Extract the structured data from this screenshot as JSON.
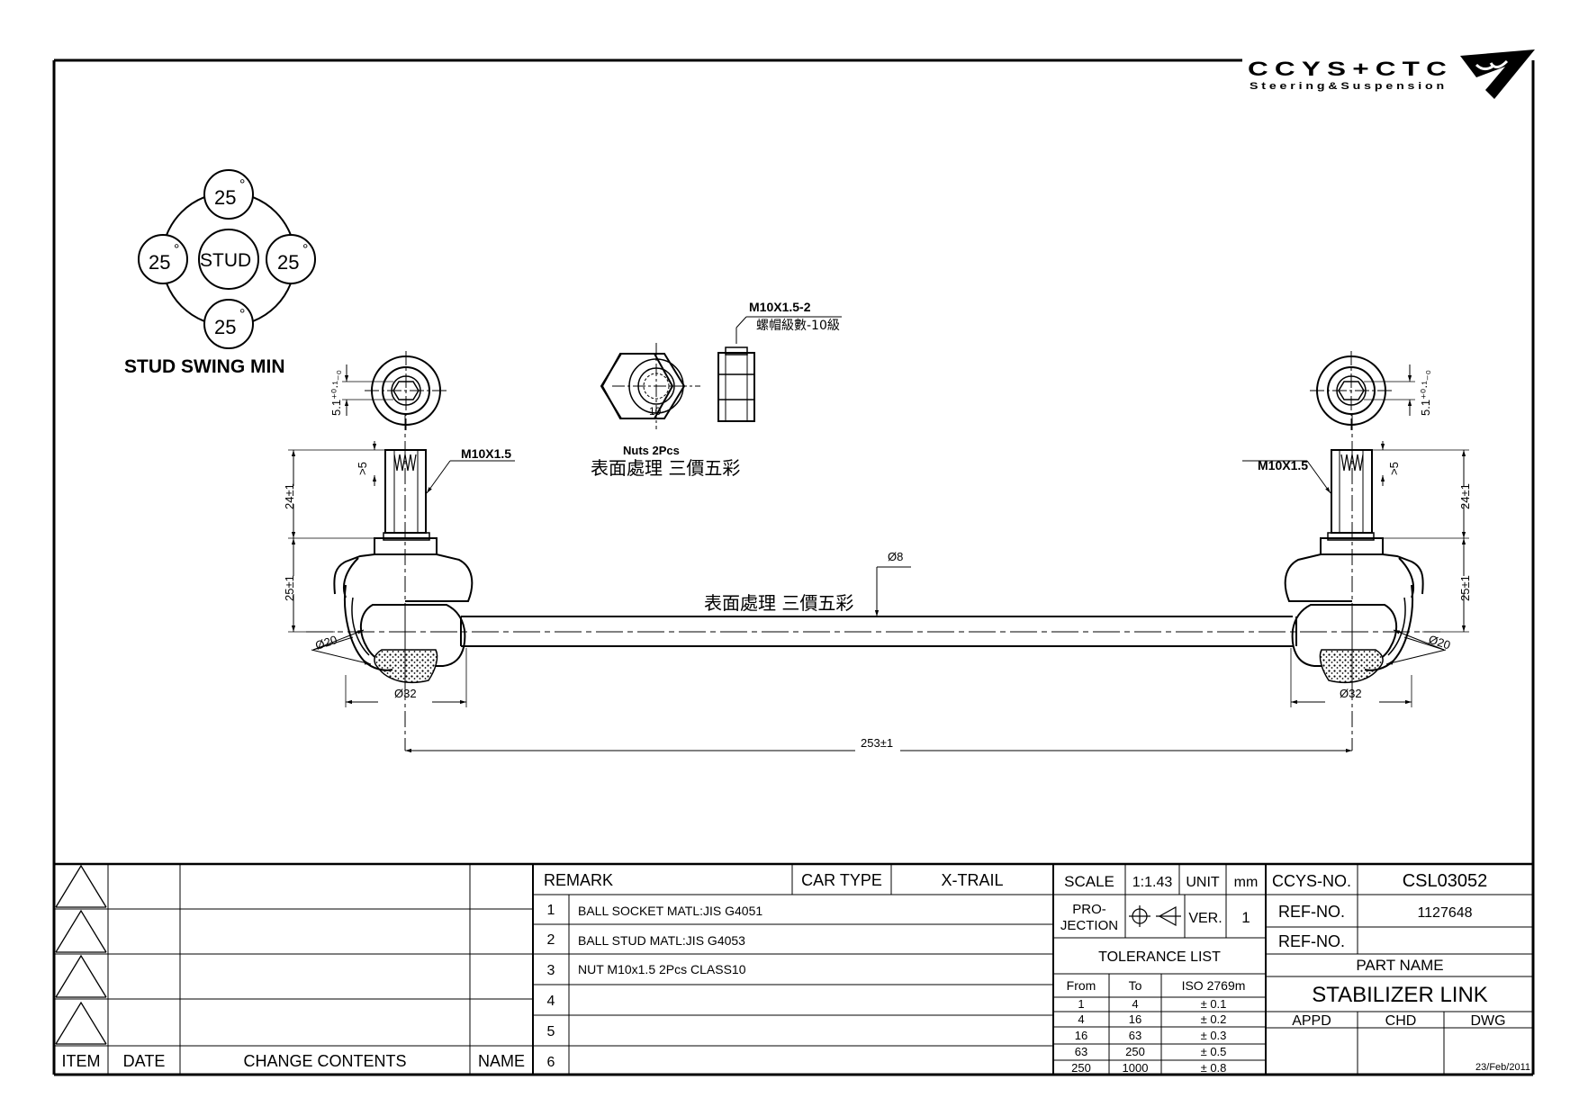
{
  "logo": {
    "brand": "CCYS+CTC",
    "tagline": "Steering&Suspension"
  },
  "stud_swing": {
    "center": "STUD",
    "angles": [
      "25",
      "25",
      "25",
      "25"
    ],
    "degree": "°",
    "caption": "STUD SWING MIN"
  },
  "nut": {
    "spec": "M10X1.5-2",
    "grade": "螺帽級數-10級",
    "size": "10",
    "qty": "Nuts 2Pcs",
    "finish": "表面處理 三價五彩"
  },
  "drawing": {
    "thread_left": "M10X1.5",
    "thread_right": "M10X1.5",
    "hex_depth_left": "5.1⁺⁰·¹₋₀",
    "hex_depth_right": "5.1⁺⁰·¹₋₀",
    "thread_min_left": ">5",
    "thread_min_right": ">5",
    "stud_len_left": "24±1",
    "stud_len_right": "24±1",
    "body_h_left": "25±1",
    "body_h_right": "25±1",
    "rod_dia": "Ø8",
    "rod_finish": "表面處理 三價五彩",
    "ball_dia_left": "Ø20",
    "ball_dia_right": "Ø20",
    "housing_dia_left": "Ø32",
    "housing_dia_right": "Ø32",
    "length": "253±1"
  },
  "revision_block": {
    "headers": [
      "ITEM",
      "DATE",
      "CHANGE CONTENTS",
      "NAME"
    ]
  },
  "remarks": {
    "title": "REMARK",
    "car_type_label": "CAR TYPE",
    "car_type": "X-TRAIL",
    "items": [
      {
        "no": "1",
        "text": "BALL SOCKET MATL:JIS G4051"
      },
      {
        "no": "2",
        "text": "BALL STUD MATL:JIS G4053"
      },
      {
        "no": "3",
        "text": "NUT M10x1.5 2Pcs CLASS10"
      },
      {
        "no": "4",
        "text": ""
      },
      {
        "no": "5",
        "text": ""
      },
      {
        "no": "6",
        "text": ""
      }
    ]
  },
  "spec": {
    "scale_label": "SCALE",
    "scale": "1:1.43",
    "unit_label": "UNIT",
    "unit": "mm",
    "projection_label_1": "PRO-",
    "projection_label_2": "JECTION",
    "ver_label": "VER.",
    "ver": "1",
    "tolerance_title": "TOLERANCE LIST",
    "tol_headers": [
      "From",
      "To",
      "ISO 2769m"
    ],
    "tol_rows": [
      [
        "1",
        "4",
        "± 0.1"
      ],
      [
        "4",
        "16",
        "± 0.2"
      ],
      [
        "16",
        "63",
        "± 0.3"
      ],
      [
        "63",
        "250",
        "± 0.5"
      ],
      [
        "250",
        "1000",
        "± 0.8"
      ]
    ]
  },
  "title_block": {
    "ccys_label": "CCYS-NO.",
    "ccys_no": "CSL03052",
    "ref_label_1": "REF-NO.",
    "ref_no_1": "1127648",
    "ref_label_2": "REF-NO.",
    "ref_no_2": "",
    "part_name_label": "PART NAME",
    "part_name": "STABILIZER LINK",
    "appd": "APPD",
    "chd": "CHD",
    "dwg": "DWG",
    "date": "23/Feb/2011"
  }
}
